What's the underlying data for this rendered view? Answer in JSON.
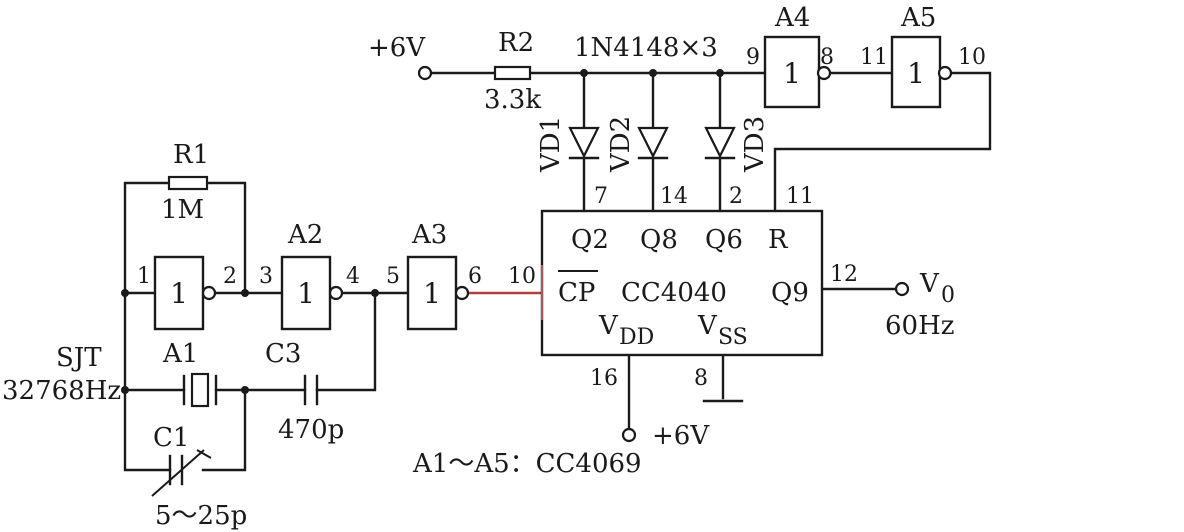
{
  "supply_top": "+6V",
  "supply_bottom": "+6V",
  "r1": {
    "name": "R1",
    "value": "1M"
  },
  "r2": {
    "name": "R2",
    "value": "3.3k"
  },
  "diodes": {
    "part": "1N4148×3",
    "vd1": "VD1",
    "vd2": "VD2",
    "vd3": "VD3"
  },
  "gates": {
    "inv_glyph": "1",
    "a1": "A1",
    "a2": "A2",
    "a3": "A3",
    "a4": "A4",
    "a5": "A5",
    "note": "A1～A5：CC4069"
  },
  "crystal": {
    "name": "SJT",
    "freq": "32768Hz"
  },
  "c1": {
    "name": "C1",
    "value": "5～25p"
  },
  "c3": {
    "name": "C3",
    "value": "470p"
  },
  "ic": {
    "name": "CC4040",
    "q2": "Q2",
    "q8": "Q8",
    "q6": "Q6",
    "r": "R",
    "cp": "CP",
    "q9": "Q9",
    "vdd": "V",
    "vdd_sub": "DD",
    "vss": "V",
    "vss_sub": "SS"
  },
  "pins": {
    "g1_in": "1",
    "g1_out": "2",
    "g2_in": "3",
    "g2_out": "4",
    "g3_in": "5",
    "g3_out": "6",
    "cp": "10",
    "q2": "7",
    "q8": "14",
    "q6": "2",
    "r": "11",
    "a4_in": "9",
    "a4_out": "8",
    "a5_in": "11",
    "a5_out": "10",
    "q9": "12",
    "vdd": "16",
    "vss": "8"
  },
  "output": {
    "label": "V",
    "sub": "0",
    "freq": "60Hz"
  }
}
